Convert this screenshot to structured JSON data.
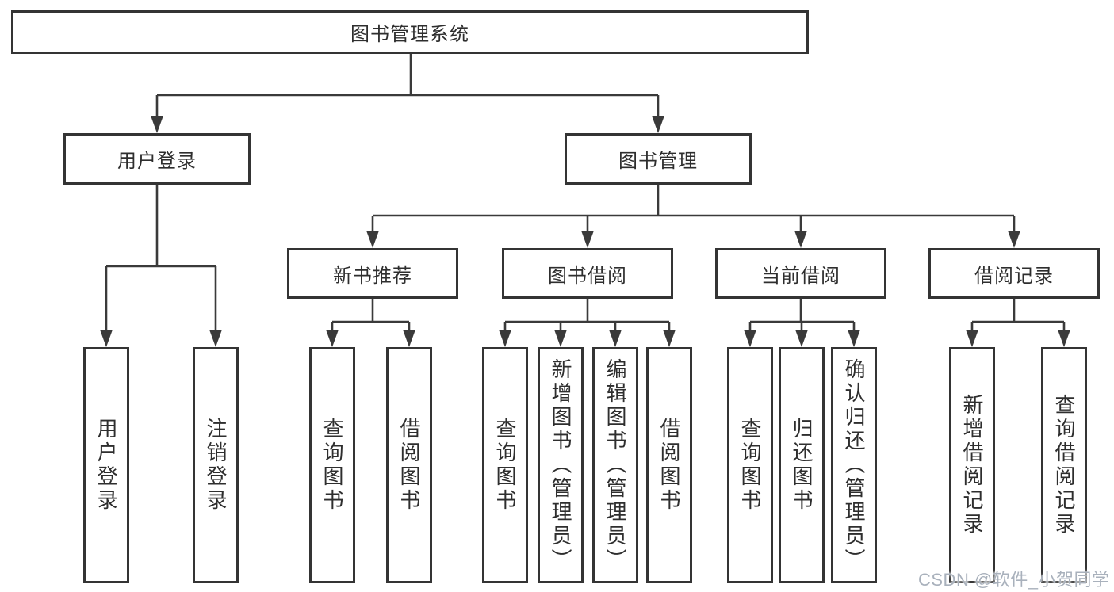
{
  "diagram": {
    "root": {
      "label": "图书管理系统"
    },
    "level2": [
      {
        "label": "用户登录",
        "leaves": [
          {
            "label": "用户登录"
          },
          {
            "label": "注销登录"
          }
        ]
      },
      {
        "label": "图书管理",
        "children": [
          {
            "label": "新书推荐",
            "leaves": [
              {
                "label": "查询图书"
              },
              {
                "label": "借阅图书"
              }
            ]
          },
          {
            "label": "图书借阅",
            "leaves": [
              {
                "label": "查询图书"
              },
              {
                "label": "新增图书（管理员）"
              },
              {
                "label": "编辑图书（管理员）"
              },
              {
                "label": "借阅图书"
              }
            ]
          },
          {
            "label": "当前借阅",
            "leaves": [
              {
                "label": "查询图书"
              },
              {
                "label": "归还图书"
              },
              {
                "label": "确认归还（管理员）"
              }
            ]
          },
          {
            "label": "借阅记录",
            "leaves": [
              {
                "label": "新增借阅记录"
              },
              {
                "label": "查询借阅记录"
              }
            ]
          }
        ]
      }
    ],
    "watermark": "CSDN @软件_小贺同学",
    "colors": {
      "line": "#3a3a3a",
      "box_border": "#343434",
      "box_bg": "#ffffff",
      "text": "#2e2e2e",
      "watermark": "#a9b1bc"
    }
  }
}
